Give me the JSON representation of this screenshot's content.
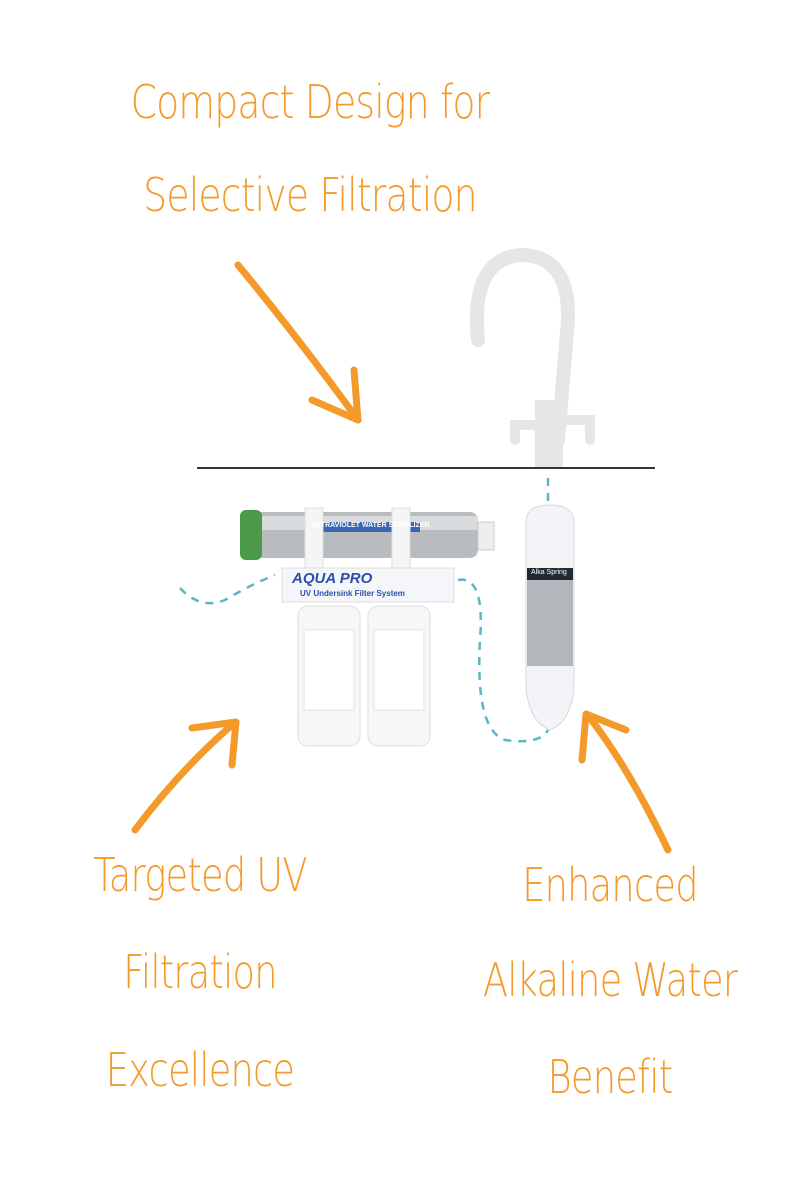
{
  "headline": {
    "line1": "Compact Design for",
    "line2": "Selective Filtration"
  },
  "callout_left": {
    "line1": "Targeted UV",
    "line2": "Filtration",
    "line3": "Excellence"
  },
  "callout_right": {
    "line1": "Enhanced",
    "line2": "Alkaline Water",
    "line3": "Benefit"
  },
  "products": {
    "uv_sterilizer_label": "ULTRAVIOLET WATER STERILIZER",
    "brand": "AQUA PRO",
    "system_name": "UV Undersink Filter System",
    "alkaline_filter_label": "Alka Spring"
  },
  "colors": {
    "accent": "#f39a2a",
    "pipe": "#5bb6c4",
    "faucet": "#e6e6e6",
    "counter": "#333333"
  }
}
